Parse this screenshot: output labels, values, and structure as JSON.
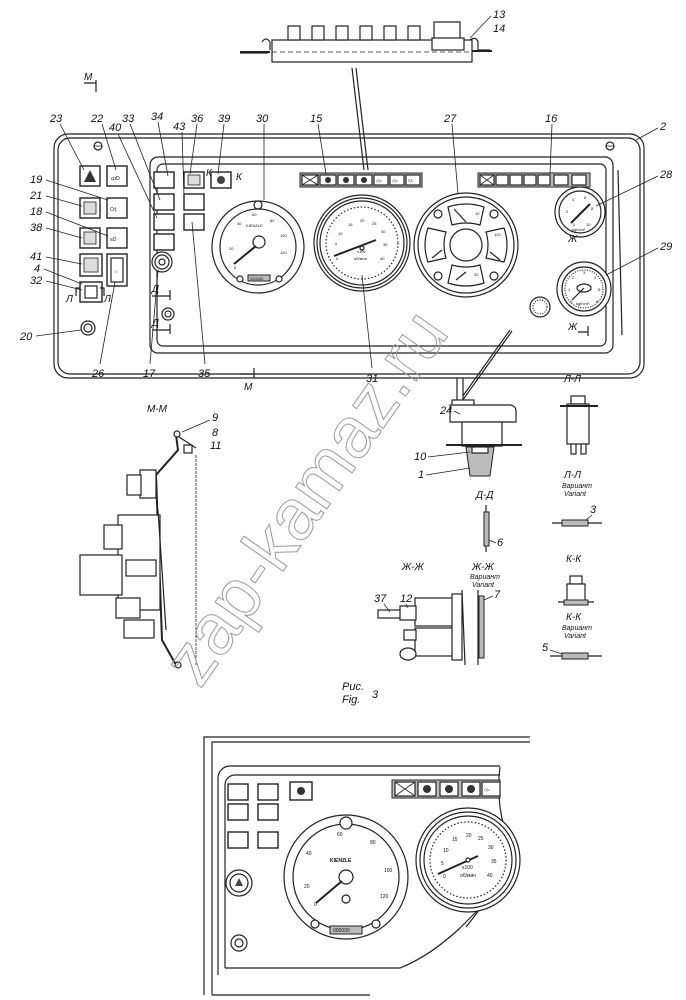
{
  "figure": {
    "caption_ru": "Рис.",
    "caption_en": "Fig.",
    "number": "3"
  },
  "watermark": "zap-kamaz.ru",
  "callouts": {
    "top": [
      "13",
      "14"
    ],
    "panel_top": [
      "23",
      "22",
      "33",
      "40",
      "34",
      "43",
      "36",
      "39",
      "30",
      "15",
      "27",
      "16",
      "2"
    ],
    "panel_left": [
      "19",
      "21",
      "18",
      "38",
      "41",
      "4",
      "32",
      "20"
    ],
    "panel_right": [
      "28",
      "29"
    ],
    "panel_bottom": [
      "26",
      "17",
      "35",
      "31"
    ],
    "mm": [
      "9",
      "8",
      "11"
    ],
    "detail": [
      "24",
      "10",
      "1",
      "6",
      "3",
      "37",
      "12",
      "7",
      "5"
    ]
  },
  "section_marks": {
    "m": "М",
    "k": "К",
    "d": "Д",
    "l": "Л",
    "zh": "Ж"
  },
  "sections": {
    "mm": "М-М",
    "ll": "Л-Л",
    "ll_variant": "Л-Л",
    "dd": "Д-Д",
    "zhzh": "Ж-Ж",
    "zhzh_variant": "Ж-Ж",
    "kk": "К-К",
    "kk_variant": "К-К",
    "variant_ru": "Вариант",
    "variant_en": "Variant"
  },
  "speedometer": {
    "brand": "KIENZLE",
    "ticks": [
      "20",
      "40",
      "60",
      "80",
      "100",
      "120"
    ],
    "zero": "0",
    "odometer": "000000"
  },
  "tachometer": {
    "ticks": [
      "0",
      "5",
      "10",
      "15",
      "20",
      "25",
      "30",
      "35",
      "40"
    ],
    "multiplier": "x100",
    "unit": "об/мин"
  },
  "combo_gauge": {
    "top_scale": "10",
    "right_scale": "120",
    "bottom_scale": "32"
  },
  "pressure_gauge_top": {
    "ticks": [
      "0",
      "2",
      "4",
      "6",
      "8",
      "10"
    ],
    "unit": "kgf/cm²"
  },
  "pressure_gauge_bottom": {
    "ticks": [
      "0",
      "1",
      "2",
      "3",
      "4",
      "5",
      "6"
    ],
    "unit": "kgf/cm²"
  }
}
